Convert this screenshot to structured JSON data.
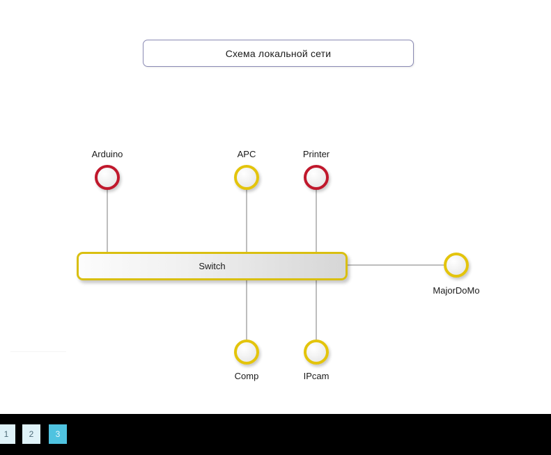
{
  "diagram": {
    "title": "Схема локальной сети",
    "switch": {
      "label": "Switch"
    },
    "nodes": [
      {
        "id": "arduino",
        "label": "Arduino",
        "color": "#c0182c",
        "color_name": "red"
      },
      {
        "id": "apc",
        "label": "APC",
        "color": "#e3c40c",
        "color_name": "gold"
      },
      {
        "id": "printer",
        "label": "Printer",
        "color": "#c0182c",
        "color_name": "red"
      },
      {
        "id": "majordomo",
        "label": "MajorDoMo",
        "color": "#e3c40c",
        "color_name": "gold"
      },
      {
        "id": "comp",
        "label": "Comp",
        "color": "#e3c40c",
        "color_name": "gold"
      },
      {
        "id": "ipcam",
        "label": "IPcam",
        "color": "#e3c40c",
        "color_name": "gold"
      }
    ]
  },
  "colors": {
    "node_red": "#c0182c",
    "node_gold": "#e3c40c",
    "switch_border": "#d9bf10",
    "title_border": "#8a8ab4",
    "edge": "#7b7b7b",
    "page_active": "#4fc3e0",
    "page_inactive": "#dff2f8",
    "bottom_bar": "#000000"
  },
  "pagination": {
    "pages": [
      {
        "label": "1",
        "active": false
      },
      {
        "label": "2",
        "active": false
      },
      {
        "label": "3",
        "active": true
      }
    ]
  }
}
